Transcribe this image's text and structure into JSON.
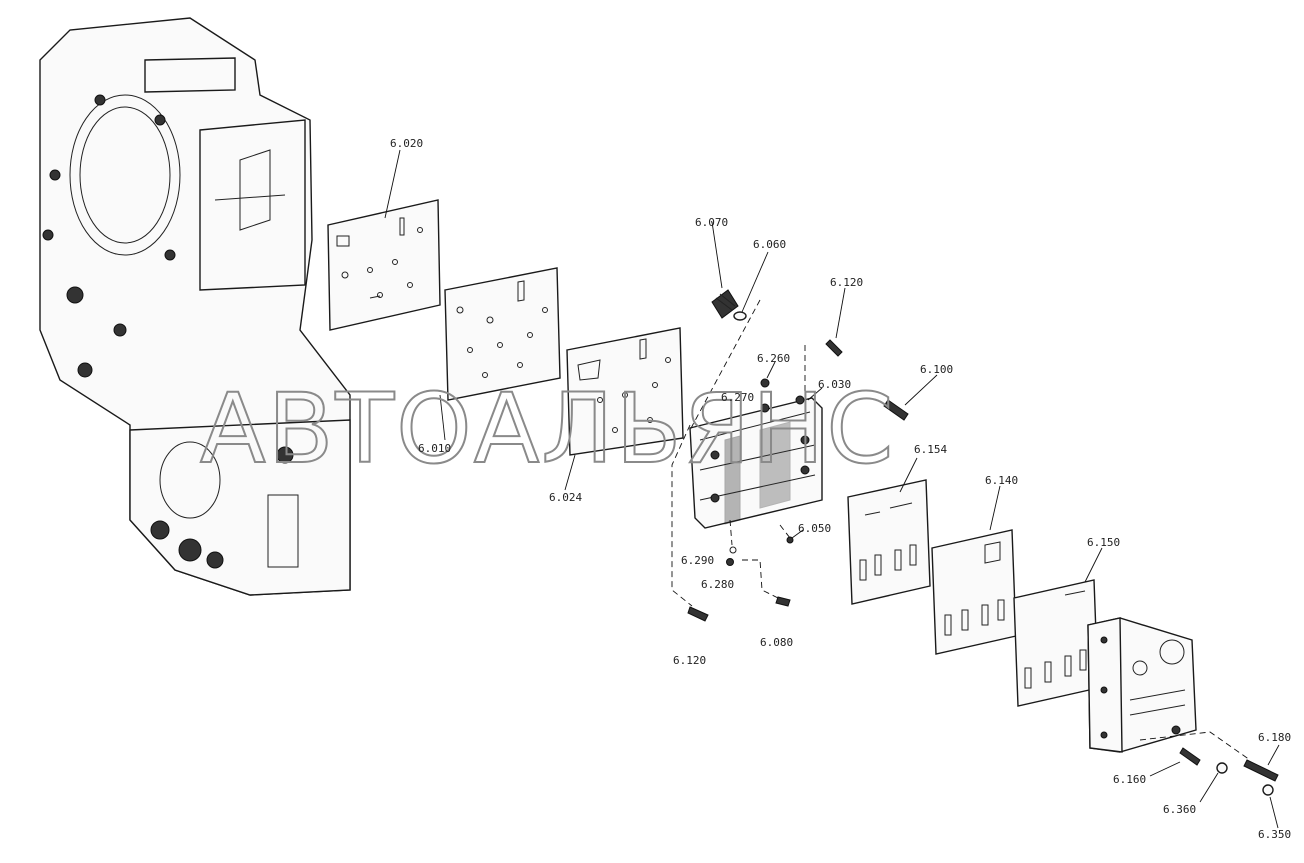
{
  "watermark": "АВТОАЛЬЯНС",
  "labels": [
    {
      "id": "6020",
      "text": "6.020"
    },
    {
      "id": "6010",
      "text": "6.010"
    },
    {
      "id": "6024",
      "text": "6.024"
    },
    {
      "id": "6070",
      "text": "6.070"
    },
    {
      "id": "6060",
      "text": "6.060"
    },
    {
      "id": "6120a",
      "text": "6.120"
    },
    {
      "id": "6260",
      "text": "6.260"
    },
    {
      "id": "6270",
      "text": "6.270"
    },
    {
      "id": "6030",
      "text": "6.030"
    },
    {
      "id": "6100",
      "text": "6.100"
    },
    {
      "id": "6154",
      "text": "6.154"
    },
    {
      "id": "6140",
      "text": "6.140"
    },
    {
      "id": "6150",
      "text": "6.150"
    },
    {
      "id": "6050",
      "text": "6.050"
    },
    {
      "id": "6290",
      "text": "6.290"
    },
    {
      "id": "6280",
      "text": "6.280"
    },
    {
      "id": "6080",
      "text": "6.080"
    },
    {
      "id": "6120b",
      "text": "6.120"
    },
    {
      "id": "6180",
      "text": "6.180"
    },
    {
      "id": "6160",
      "text": "6.160"
    },
    {
      "id": "6360",
      "text": "6.360"
    },
    {
      "id": "6350",
      "text": "6.350"
    }
  ]
}
